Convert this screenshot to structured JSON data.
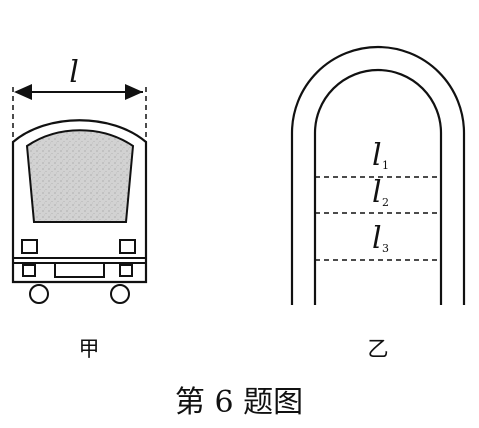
{
  "figure_a": {
    "width_label": "l",
    "caption": "甲"
  },
  "figure_b": {
    "levels": [
      {
        "var": "l",
        "sub": "1"
      },
      {
        "var": "l",
        "sub": "2"
      },
      {
        "var": "l",
        "sub": "3"
      }
    ],
    "caption": "乙"
  },
  "caption": "第 6 题图",
  "colors": {
    "line": "#111111",
    "cab_fill": "#d2d2d2"
  }
}
